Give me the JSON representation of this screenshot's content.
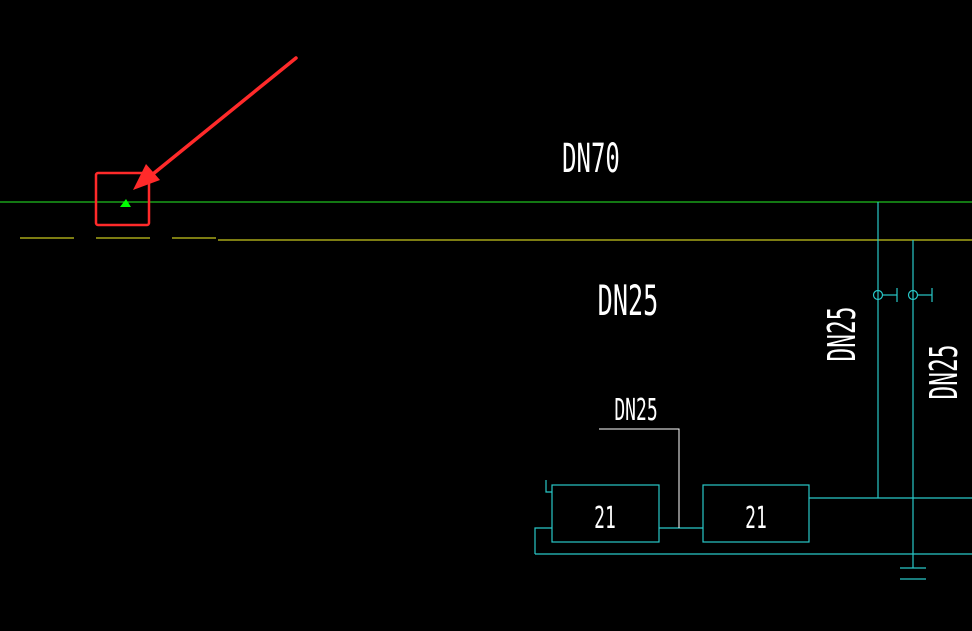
{
  "colors": {
    "background": "#000000",
    "main_pipe": "#1fbf1f",
    "secondary_pipe": "#c8c81e",
    "branch_pipe": "#28c8c8",
    "text": "#ffffff",
    "annotation": "#ff2a2a",
    "marker": "#00ff00"
  },
  "labels": {
    "main_pipe": "DN70",
    "secondary_pipe": "DN25",
    "branch_vertical_1": "DN25",
    "branch_vertical_2": "DN25",
    "leader_label": "DN25"
  },
  "fixtures": [
    {
      "label": "21"
    },
    {
      "label": "21"
    }
  ],
  "annotation": {
    "type": "arrow-with-highlight-box",
    "target": "triangle-marker",
    "marker_icon": "triangle-marker-icon"
  }
}
